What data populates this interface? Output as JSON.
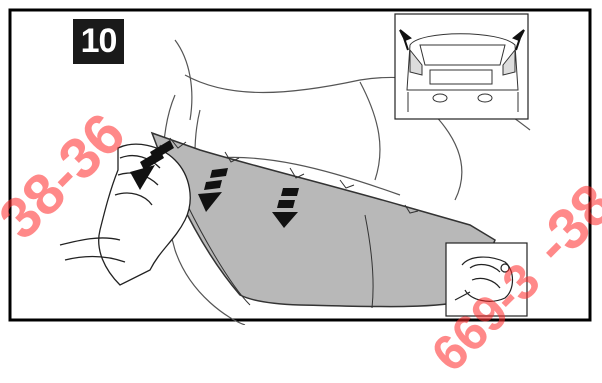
{
  "step": {
    "number": "10"
  },
  "watermark": {
    "left": "38-36",
    "right": "-38",
    "bottom": "669-3"
  },
  "icons": {
    "hand": "hand-icon",
    "arrows": "pull-arrow-icon",
    "car_rear": "car-rear-icon",
    "detail": "clip-detail-icon"
  }
}
